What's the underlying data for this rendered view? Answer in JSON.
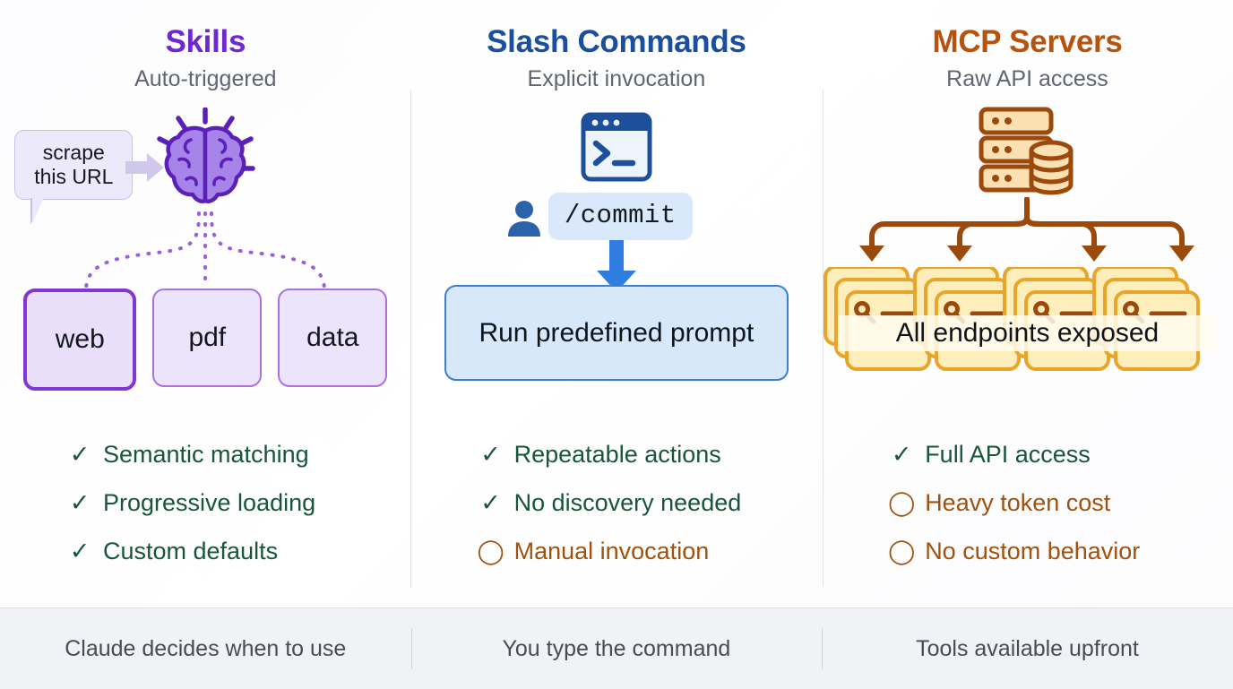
{
  "columns": [
    {
      "title": "Skills",
      "subtitle": "Auto-triggered",
      "accent": "#6d28d2",
      "bubble": {
        "line1": "scrape",
        "line2": "this URL"
      },
      "icon": "brain-icon",
      "boxes": [
        {
          "label": "web",
          "emphasis": "primary"
        },
        {
          "label": "pdf",
          "emphasis": "secondary"
        },
        {
          "label": "data",
          "emphasis": "secondary"
        }
      ],
      "bullets": [
        {
          "mark": "check",
          "text": "Semantic matching"
        },
        {
          "mark": "check",
          "text": "Progressive loading"
        },
        {
          "mark": "check",
          "text": "Custom defaults"
        }
      ],
      "footer": "Claude decides when to use"
    },
    {
      "title": "Slash Commands",
      "subtitle": "Explicit invocation",
      "accent": "#1b4f9c",
      "icon": "terminal-icon",
      "user_icon": "person-icon",
      "command": "/commit",
      "result_box": "Run predefined prompt",
      "bullets": [
        {
          "mark": "check",
          "text": "Repeatable actions"
        },
        {
          "mark": "check",
          "text": "No discovery needed"
        },
        {
          "mark": "circle",
          "text": "Manual invocation"
        }
      ],
      "footer": "You type the command"
    },
    {
      "title": "MCP Servers",
      "subtitle": "Raw API access",
      "accent": "#b8530e",
      "icon": "server-database-icon",
      "branches": 4,
      "cards_per_stack": 3,
      "card_icon": "wrench-icon",
      "band_label": "All endpoints exposed",
      "bullets": [
        {
          "mark": "check",
          "text": "Full API access"
        },
        {
          "mark": "circle",
          "text": "Heavy token cost"
        },
        {
          "mark": "circle",
          "text": "No custom behavior"
        }
      ],
      "footer": "Tools available upfront"
    }
  ],
  "colors": {
    "purple": "#6d28d2",
    "blue": "#1b4f9c",
    "orange": "#b8530e",
    "check_green": "#18563a",
    "warn_brown": "#a0510d",
    "subtitle_gray": "#5f6571",
    "footer_bg": "#f1f2f5"
  },
  "glyphs": {
    "check": "✓",
    "circle": "◯"
  }
}
